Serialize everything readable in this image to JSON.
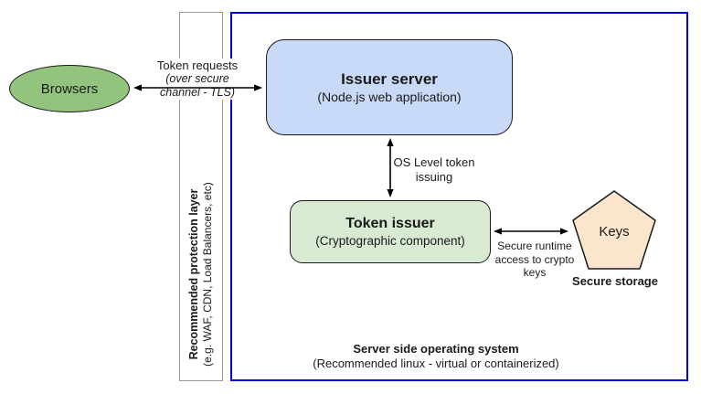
{
  "nodes": {
    "browsers": {
      "label": "Browsers"
    },
    "issuer_server": {
      "title": "Issuer server",
      "subtitle": "(Node.js web application)"
    },
    "token_issuer": {
      "title": "Token issuer",
      "subtitle": "(Cryptographic component)"
    },
    "keys": {
      "label": "Keys",
      "caption": "Secure storage"
    }
  },
  "containers": {
    "protection_layer": {
      "title": "Recommended protection layer",
      "subtitle": "(e.g. WAF, CDN, Load Balancers, etc)"
    },
    "operating_system": {
      "title": "Server side operating system",
      "subtitle": "(Recommended linux - virtual or containerized)"
    }
  },
  "arrow_labels": {
    "token_requests": {
      "line1": "Token requests",
      "line2": "(over secure",
      "line3": "channel - TLS)"
    },
    "os_token_issuing": {
      "line1": "OS Level token",
      "line2": "issuing"
    },
    "secure_runtime": {
      "line1": "Secure runtime",
      "line2": "access to crypto",
      "line3": "keys"
    }
  },
  "colors": {
    "browsers_fill": "#93c47d",
    "issuer_server_fill": "#c9daf8",
    "token_issuer_fill": "#d9ead3",
    "keys_fill": "#fce5cd",
    "os_border": "#0000ee",
    "protection_border": "#999999",
    "arrow": "#000000"
  }
}
